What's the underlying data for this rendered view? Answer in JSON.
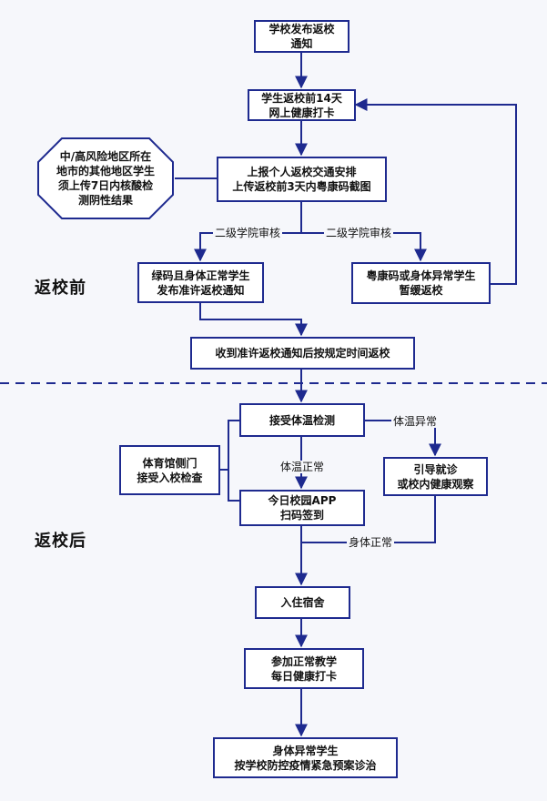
{
  "sections": {
    "before": "返校前",
    "after": "返校后"
  },
  "nodes": {
    "notice": "学校发布返校\n通知",
    "health_checkin_online": "学生返校前14天\n网上健康打卡",
    "report_transport": "上报个人返校交通安排\n上传返校前3天内粤康码截图",
    "risk_area_note": "中/高风险地区所在\n地市的其他地区学生\n须上传7日内核酸检\n测阴性结果",
    "green_code_ok": "绿码且身体正常学生\n发布准许返校通知",
    "abnormal_suspend": "粤康码或身体异常学生\n暂缓返校",
    "return_on_time": "收到准许返校通知后按规定时间返校",
    "temp_check": "接受体温检测",
    "gym_gate": "体育馆侧门\n接受入校检查",
    "guide_clinic": "引导就诊\n或校内健康观察",
    "app_scan": "今日校园APP\n扫码签到",
    "dorm": "入住宿舍",
    "normal_teaching": "参加正常教学\n每日健康打卡",
    "emergency_plan": "身体异常学生\n按学校防控疫情紧急预案诊治"
  },
  "edge_labels": {
    "review_left": "二级学院审核",
    "review_right": "二级学院审核",
    "temp_abnormal": "体温异常",
    "temp_normal": "体温正常",
    "body_normal": "身体正常"
  },
  "colors": {
    "line": "#1e2a8f",
    "box_border": "#1e2a8f",
    "background": "#f6f7fb"
  }
}
